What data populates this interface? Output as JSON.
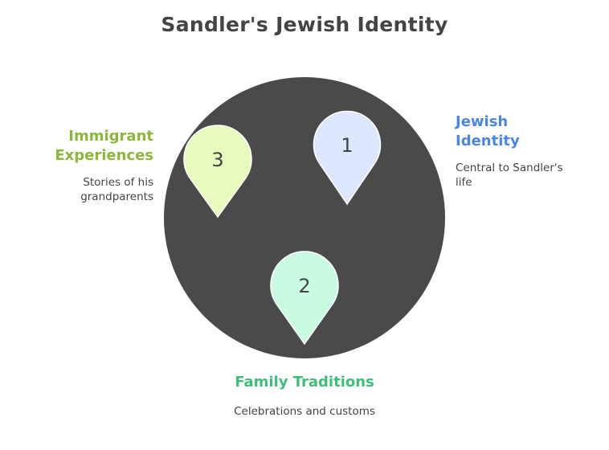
{
  "title": "Sandler's Jewish Identity",
  "colors": {
    "circle": "#4a4a4a",
    "pin_stroke": "#ffffff",
    "text_dark": "#444444"
  },
  "items": [
    {
      "number": "1",
      "label_line1": "Jewish",
      "label_line2": "Identity",
      "description_line1": "Central to Sandler's",
      "description_line2": "life",
      "label_color": "#4a86e8",
      "pin_color": "#dde8ff"
    },
    {
      "number": "2",
      "label_line1": "Family Traditions",
      "description_line1": "Celebrations and customs",
      "label_color": "#3dbf7a",
      "pin_color": "#c9fbe3"
    },
    {
      "number": "3",
      "label_line1": "Immigrant",
      "label_line2": "Experiences",
      "description_line1": "Stories of his",
      "description_line2": "grandparents",
      "label_color": "#8bb83a",
      "pin_color": "#e8fbbd"
    }
  ]
}
